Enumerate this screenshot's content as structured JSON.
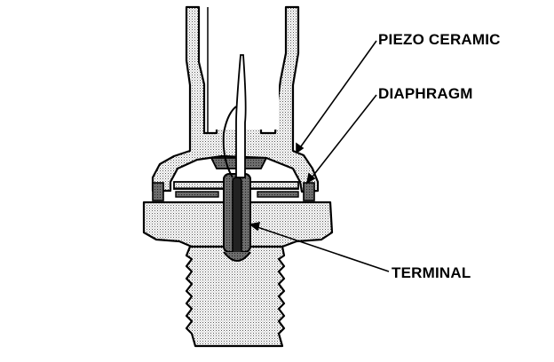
{
  "diagram": {
    "labels": {
      "piezo_ceramic": "PIEZO CERAMIC",
      "diaphragm": "DIAPHRAGM",
      "terminal": "TERMINAL"
    },
    "colors": {
      "ink": "#000000",
      "stipple": "#c8c8c8",
      "background": "#ffffff"
    }
  }
}
